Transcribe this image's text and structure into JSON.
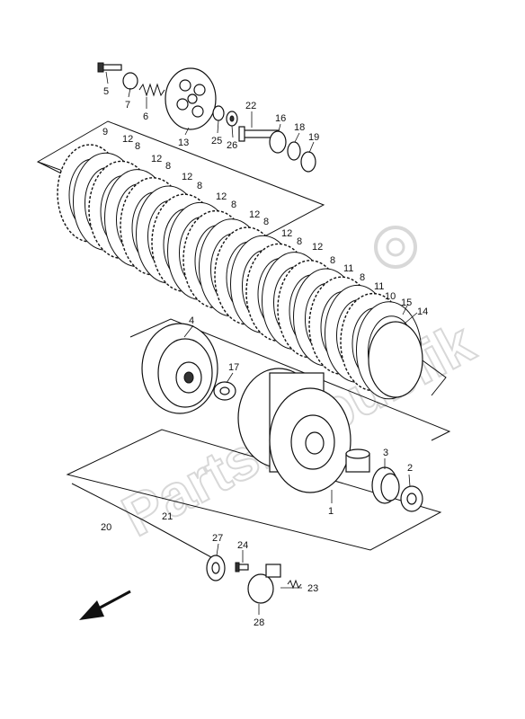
{
  "watermark": "PartsRepublik",
  "labels": {
    "l1": "1",
    "l2": "2",
    "l3": "3",
    "l4": "4",
    "l5": "5",
    "l6": "6",
    "l7": "7",
    "l8a": "8",
    "l8b": "8",
    "l8c": "8",
    "l8d": "8",
    "l8e": "8",
    "l8f": "8",
    "l8g": "8",
    "l8h": "8",
    "l9": "9",
    "l10": "10",
    "l11a": "11",
    "l11b": "11",
    "l12a": "12",
    "l12b": "12",
    "l12c": "12",
    "l12d": "12",
    "l12e": "12",
    "l12f": "12",
    "l12g": "12",
    "l12h": "12",
    "l13": "13",
    "l14": "14",
    "l15": "15",
    "l16": "16",
    "l17": "17",
    "l18": "18",
    "l19": "19",
    "l20": "20",
    "l21": "21",
    "l22": "22",
    "l23": "23",
    "l24": "24",
    "l25": "25",
    "l26": "26",
    "l27": "27",
    "l28": "28"
  }
}
